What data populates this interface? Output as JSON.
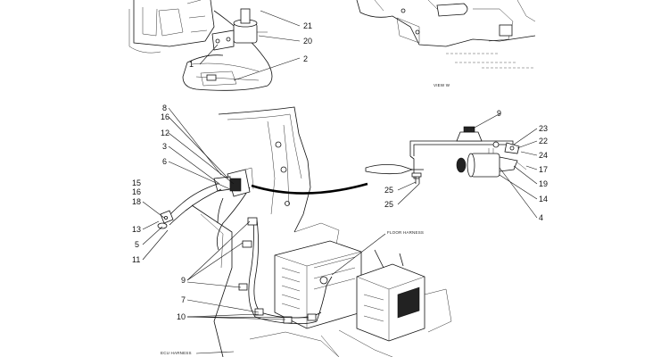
{
  "drawing": {
    "view_label": "VIEW W",
    "floor_harness_label": "FLOOR HARNESS",
    "ecu_harness_label": "ECU HARNESS"
  },
  "callouts": {
    "c21": "21",
    "c20": "20",
    "c1": "1",
    "c2": "2",
    "c8": "8",
    "c16a": "16",
    "c12": "12",
    "c3": "3",
    "c6": "6",
    "c15": "15",
    "c16b": "16",
    "c18": "18",
    "c13": "13",
    "c5": "5",
    "c11": "11",
    "c9a": "9",
    "c7": "7",
    "c10": "10",
    "c9b": "9",
    "c23": "23",
    "c22": "22",
    "c24": "24",
    "c17": "17",
    "c25a": "25",
    "c25b": "25",
    "c19": "19",
    "c14": "14",
    "c4": "4"
  },
  "colors": {
    "ink": "#111111",
    "paper": "#ffffff"
  }
}
